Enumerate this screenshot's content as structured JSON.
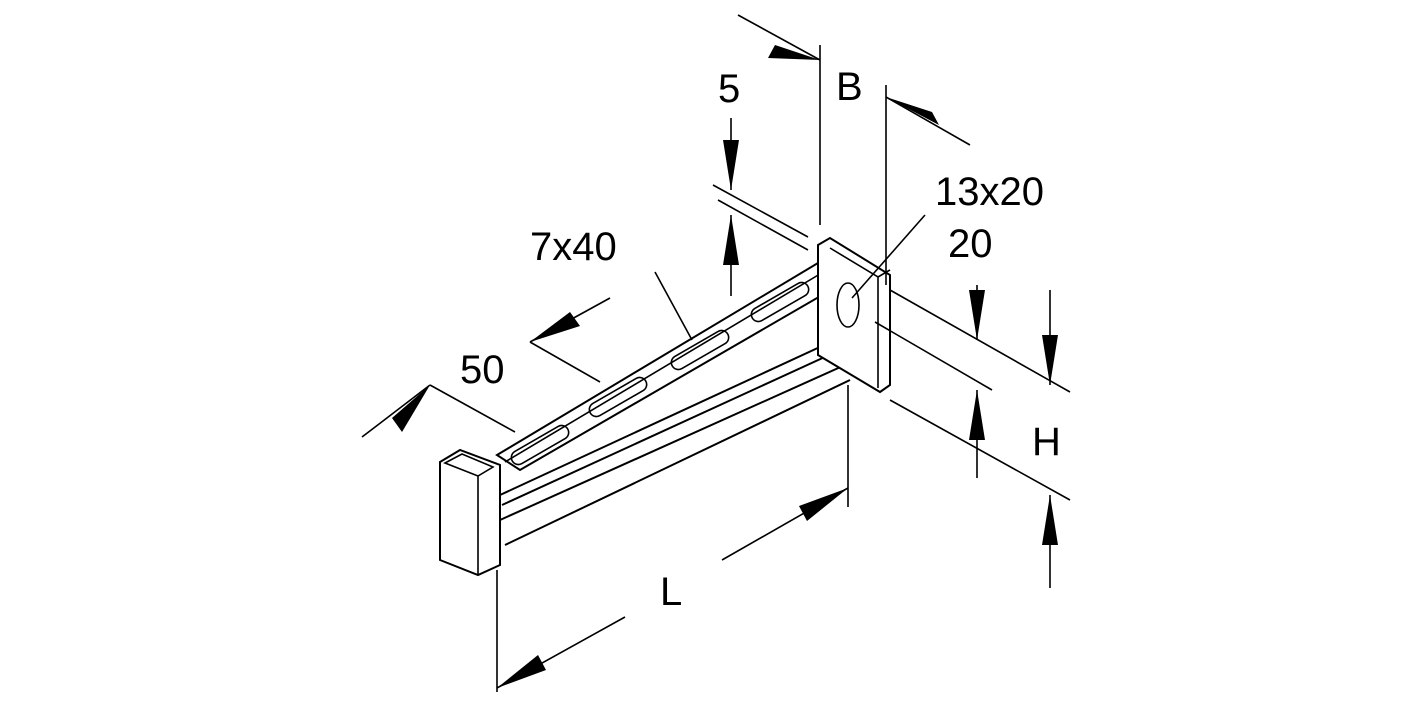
{
  "drawing": {
    "labels": {
      "gap_5": "5",
      "width_B": "B",
      "hole_13x20": "13x20",
      "offset_20": "20",
      "slot_7x40": "7x40",
      "pitch_50": "50",
      "height_H": "H",
      "length_L": "L"
    }
  }
}
